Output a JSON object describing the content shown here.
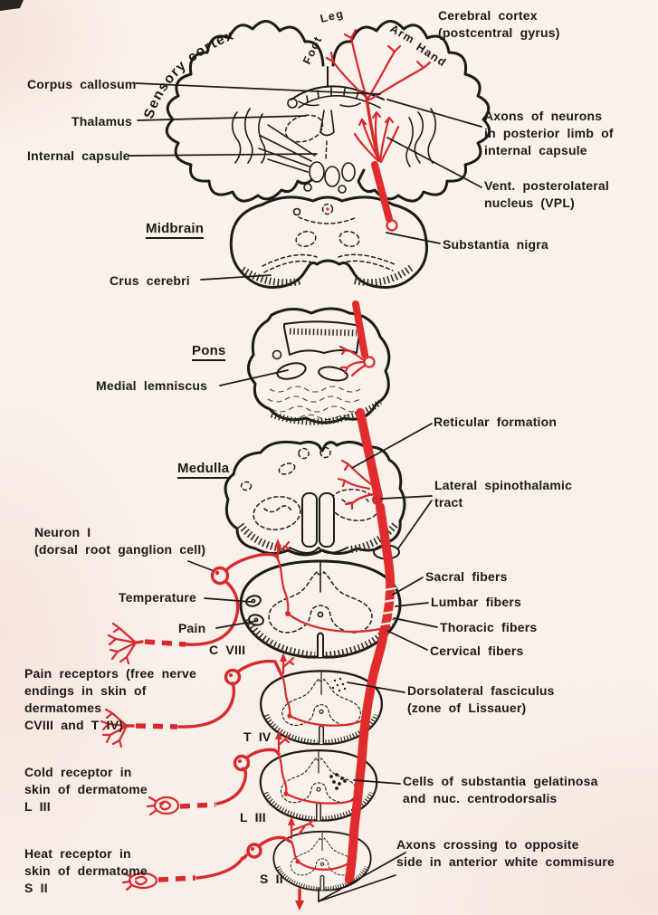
{
  "colors": {
    "pathway_red": "#d8292e",
    "ink": "#1d1a17",
    "paper": "#f8f1ea"
  },
  "labels": {
    "cerebral_cortex": "Cerebral cortex\n(postcentral gyrus)",
    "sensory_cortex": "Sensory cortex",
    "foot": "Foot",
    "leg": "Leg",
    "arm": "Arm",
    "hand": "Hand",
    "corpus_callosum": "Corpus callosum",
    "thalamus": "Thalamus",
    "internal_capsule": "Internal capsule",
    "axons_posterior_limb": "Axons of neurons\nin posterior limb of\ninternal capsule",
    "vpl": "Vent. posterolateral\nnucleus (VPL)",
    "midbrain": "Midbrain",
    "substantia_nigra": "Substantia nigra",
    "crus_cerebri": "Crus cerebri",
    "pons": "Pons",
    "medial_lemniscus": "Medial lemniscus",
    "reticular_formation": "Reticular formation",
    "medulla": "Medulla",
    "lateral_spinothalamic_tract": "Lateral spinothalamic\ntract",
    "neuron_i": "Neuron I\n(dorsal root ganglion cell)",
    "temperature": "Temperature",
    "pain": "Pain",
    "level_c8": "C VIII",
    "sacral_fibers": "Sacral fibers",
    "lumbar_fibers": "Lumbar fibers",
    "thoracic_fibers": "Thoracic fibers",
    "cervical_fibers": "Cervical fibers",
    "pain_receptors": "Pain receptors (free nerve\nendings in skin of\ndermatomes\nCVIII and T IV)",
    "level_t4": "T IV",
    "dorsolateral_fasciculus": "Dorsolateral fasciculus\n(zone of Lissauer)",
    "cold_receptor": "Cold receptor in\nskin of dermatome\nL III",
    "level_l3": "L III",
    "cells_substantia_gelatinosa": "Cells of substantia gelatinosa\nand nuc. centrodorsalis",
    "heat_receptor": "Heat receptor in\nskin of dermatome\nS II",
    "level_s2": "S II",
    "axons_crossing": "Axons crossing to opposite\nside in anterior white commisure"
  }
}
